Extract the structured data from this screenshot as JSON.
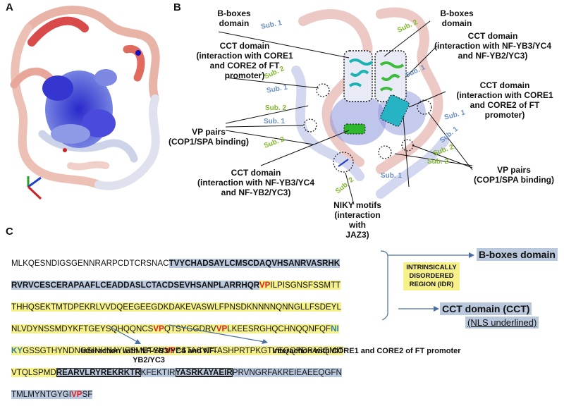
{
  "panels": {
    "a": "A",
    "b": "B",
    "c": "C"
  },
  "panel_b": {
    "bboxes_left": "B-boxes\ndomain",
    "bboxes_right": "B-boxes\ndomain",
    "cct_core_left": "CCT domain\n(interaction with CORE1\nand CORE2 of FT\npromoter)",
    "cct_nfy_right": "CCT domain\n(interaction with NF-YB3/YC4\nand NF-YB2/YC3)",
    "cct_core_right": "CCT domain\n(interaction with CORE1\nand CORE2 of FT\npromoter)",
    "vp_left": "VP pairs\n(COP1/SPA binding)",
    "vp_right": "VP pairs\n(COP1/SPA binding)",
    "cct_nfy_bottom": "CCT domain\n(interaction with NF-YB3/YC4\nand NF-YB2/YC3)",
    "niky": "NIKY motifs\n(interaction\nwith\nJAZ3)",
    "sub1": "Sub. 1",
    "sub2": "Sub. 2"
  },
  "panel_c": {
    "line1_plain": "MLKQESNDIGSGENNRARPCDTCRSNAC",
    "line1_bold": "TVYCHADSAYLCMSCDAQVHSANRVASRHK",
    "line2_bold": "RVRVCESCERAPAAFLCEADDASLCTACDSEVHSANPLARRHQR",
    "vp": "VP",
    "line2_rest": "ILPISGNSFSSMTT",
    "line3": "THHQSEKTMTDPEKRLVVDQEEGEEGDKDAKEVASWLFPNSDKNNNNQNNGLLFSDEYL",
    "line4_a": "NLVDYNSSMDYKFTGEYSQHQQNCS",
    "line4_b": "QTSYGGDRV",
    "line4_c": "LKEESRGHQCHNQQNFQF",
    "line4_ni": "NI",
    "line5_ky": "KY",
    "line5_a": "GSSGTHYNDNGSINHNAYISSMETGV",
    "line5_b": "ESTACVTTASHPRTPKGTVEQQPDPASQMIT",
    "line6_a": "VTQLSPMD",
    "line6_nls1": "REARVLRYREKRKTR",
    "line6_b": "KFEKTIR",
    "line6_nls2": "YASRKAYAEIR",
    "line6_c": "PRVNGRFAKREIEAEEQGFN",
    "line7_a": "TMLMYNTGYGI",
    "line7_b": "SF",
    "bboxes_tag": "B-boxes domain",
    "idr_tag": "INTRINSICALLY\nDISORDERED\nREGION (IDR)",
    "cct_tag": "CCT domain (CCT)",
    "nls_tag": "(NLS underlined)",
    "note_nfy": "Interaction with NF-YB3/YC4 and NF-\nYB2/YC3",
    "note_core": "Interaction with CORE1 and CORE2 of FT promoter"
  }
}
